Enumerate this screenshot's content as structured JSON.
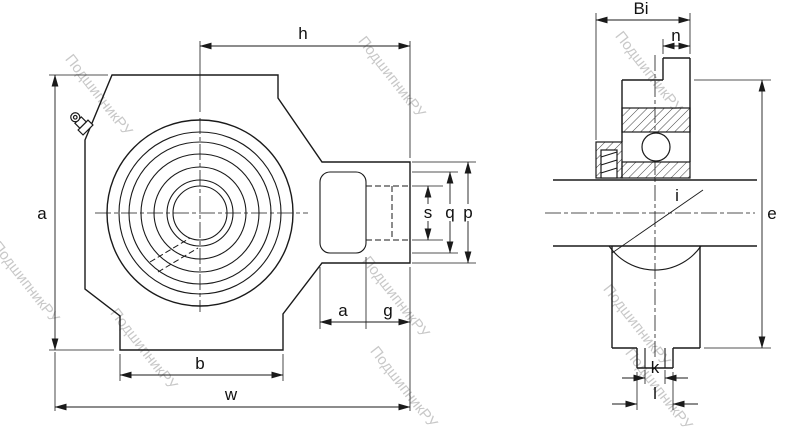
{
  "page": {
    "background": "#ffffff",
    "line_color": "#1a1a1a"
  },
  "watermark": {
    "text": "ПодшипникРУ",
    "color": "#c8c8c8"
  },
  "front_view": {
    "dims": {
      "h": "h",
      "a_overall": "a",
      "s": "s",
      "q": "q",
      "p": "p",
      "a_base": "a",
      "g": "g",
      "b": "b",
      "w": "w"
    }
  },
  "side_view": {
    "dims": {
      "Bi": "Bi",
      "n": "n",
      "i": "i",
      "e": "e",
      "k": "k",
      "l": "l"
    }
  }
}
